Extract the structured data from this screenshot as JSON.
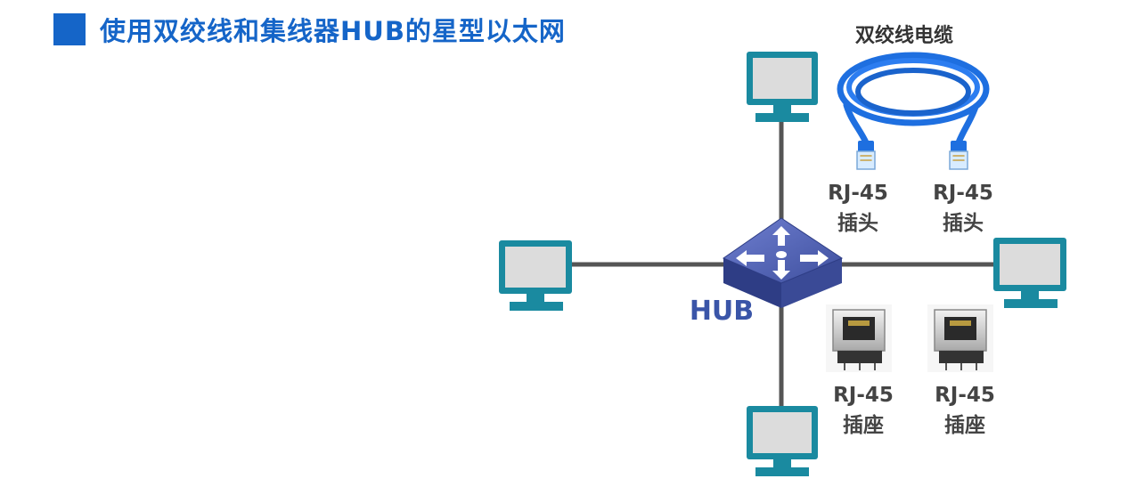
{
  "title": "使用双绞线和集线器HUB的星型以太网",
  "cable_label": "双绞线电缆",
  "hub_label": "HUB",
  "connectors": [
    {
      "line1": "RJ-45",
      "line2": "插头"
    },
    {
      "line1": "RJ-45",
      "line2": "插头"
    }
  ],
  "jacks": [
    {
      "line1": "RJ-45",
      "line2": "插座"
    },
    {
      "line1": "RJ-45",
      "line2": "插座"
    }
  ],
  "colors": {
    "accent": "#1565c8",
    "hub": "#4a5aa8",
    "monitor_frame": "#1a8aa0",
    "monitor_screen": "#dcdcdc",
    "cable": "#1e6fe0",
    "link_line": "#555555"
  }
}
